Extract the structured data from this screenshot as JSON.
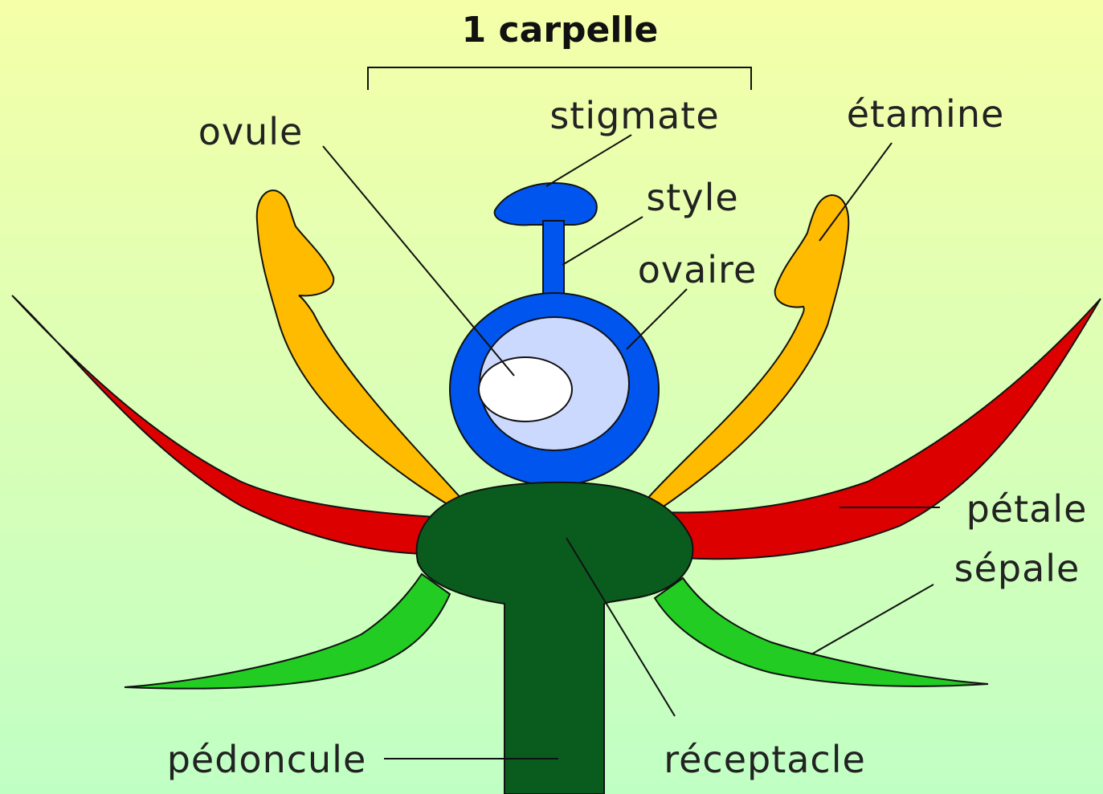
{
  "diagram": {
    "title": "1 carpelle",
    "labels": {
      "ovule": "ovule",
      "stigmate": "stigmate",
      "etamine": "étamine",
      "style": "style",
      "ovaire": "ovaire",
      "petale": "pétale",
      "sepale": "sépale",
      "pedoncule": "pédoncule",
      "receptacle": "réceptacle"
    },
    "colors": {
      "background_top": "#f5ffa8",
      "background_bottom": "#c0ffc4",
      "petal": "#dd0000",
      "sepal": "#22cc22",
      "stamen": "#ffbb00",
      "carpel": "#0055ee",
      "ovary_interior": "#ccd9ff",
      "ovule": "#ffffff",
      "receptacle": "#0a5c1e"
    }
  }
}
